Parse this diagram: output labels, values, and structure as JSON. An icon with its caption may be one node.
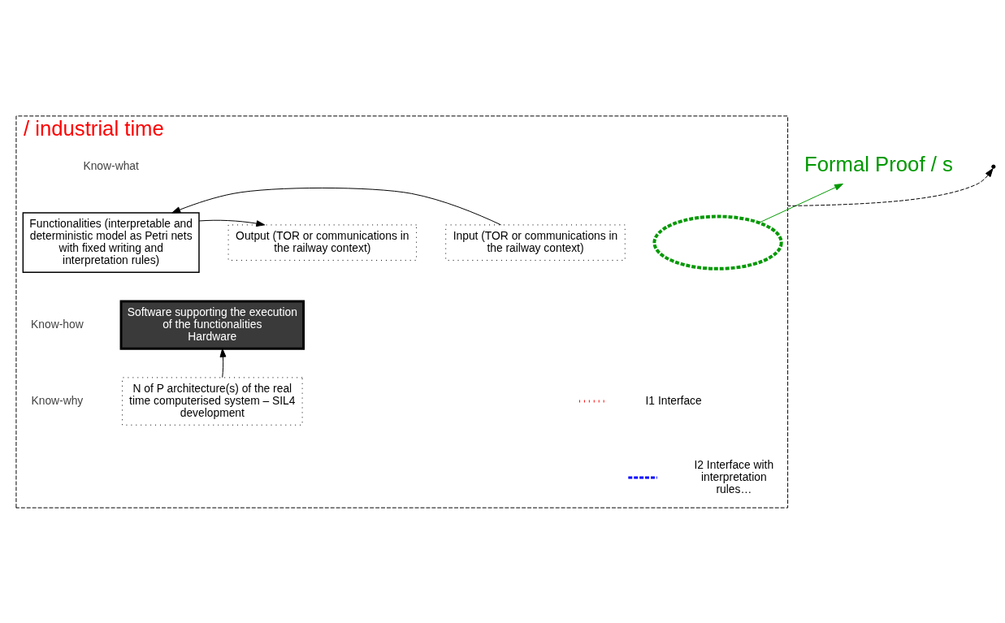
{
  "diagram": {
    "nodes": [
      {
        "text": [
          "/ industrial time"
        ]
      },
      {
        "text": [
          "Input (TOR or communications in the railway context)"
        ],
        "in": 0
      },
      {
        "text": [
          "Functionalities (interpretable and deterministic model as Petri nets with fixed writing and interpretation rules)"
        ],
        "in": 0
      },
      {
        "text": [
          "Output (TOR or communications in the railway context)"
        ],
        "in": 0
      },
      {
        "text": [
          "Software supporting the execution of the functionalities",
          "Hardware"
        ],
        "in": 0
      },
      {
        "text": [
          "N of P architecture(s) of the real time computerised system – SIL4 development"
        ],
        "in": 0
      },
      {
        "text": [],
        "shape": "ellipse",
        "in": 0
      },
      {
        "text": [
          "Formal Proof / s"
        ]
      }
    ],
    "edges": [
      {
        "from": 1,
        "to": 2,
        "arrow": "to"
      },
      {
        "from": 2,
        "to": 3,
        "arrow": "to"
      },
      {
        "from": 5,
        "to": 4,
        "arrow": "to"
      },
      {
        "from": 6,
        "to": 7,
        "arrow": "to",
        "color": "#009900"
      },
      {
        "from": 0,
        "to": null,
        "arrow": "to",
        "style": "dashed"
      }
    ],
    "labels": [
      "Know-what",
      "Know-how",
      "Know-why"
    ],
    "legend": [
      {
        "text": "I1 Interface"
      },
      {
        "text": "I2 Interface with interpretation rules…"
      }
    ]
  }
}
